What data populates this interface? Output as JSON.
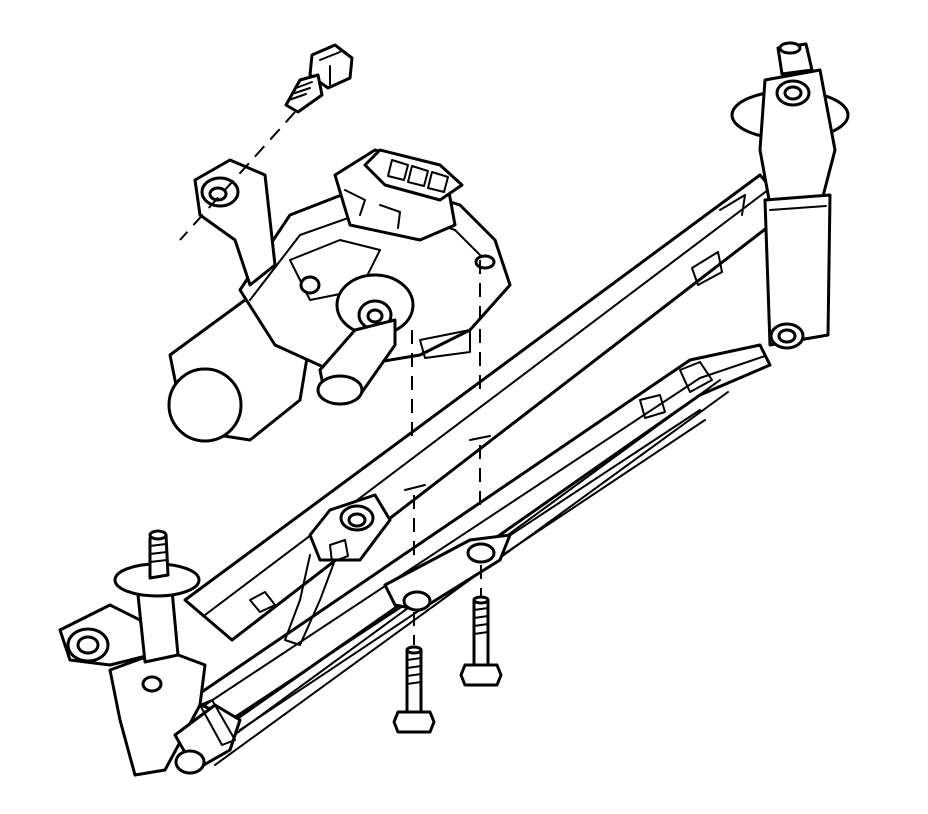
{
  "figure": {
    "kind": "exploded line drawing",
    "background": "#ffffff",
    "ink": "#000000",
    "parts": [
      {
        "id": "motor-mounting-bolt",
        "icon": "hex-bolt-icon"
      },
      {
        "id": "wiper-motor",
        "icon": "electric-motor-icon"
      },
      {
        "id": "motor-electrical-connector",
        "icon": "connector-icon"
      },
      {
        "id": "wiper-linkage-module",
        "icon": "linkage-frame-icon"
      },
      {
        "id": "frame-mounting-bolt-left",
        "icon": "hex-bolt-icon"
      },
      {
        "id": "frame-mounting-bolt-right",
        "icon": "hex-bolt-icon"
      },
      {
        "id": "wiper-pivot-left",
        "icon": "pivot-shaft-icon"
      },
      {
        "id": "wiper-pivot-right",
        "icon": "pivot-shaft-icon"
      }
    ]
  }
}
